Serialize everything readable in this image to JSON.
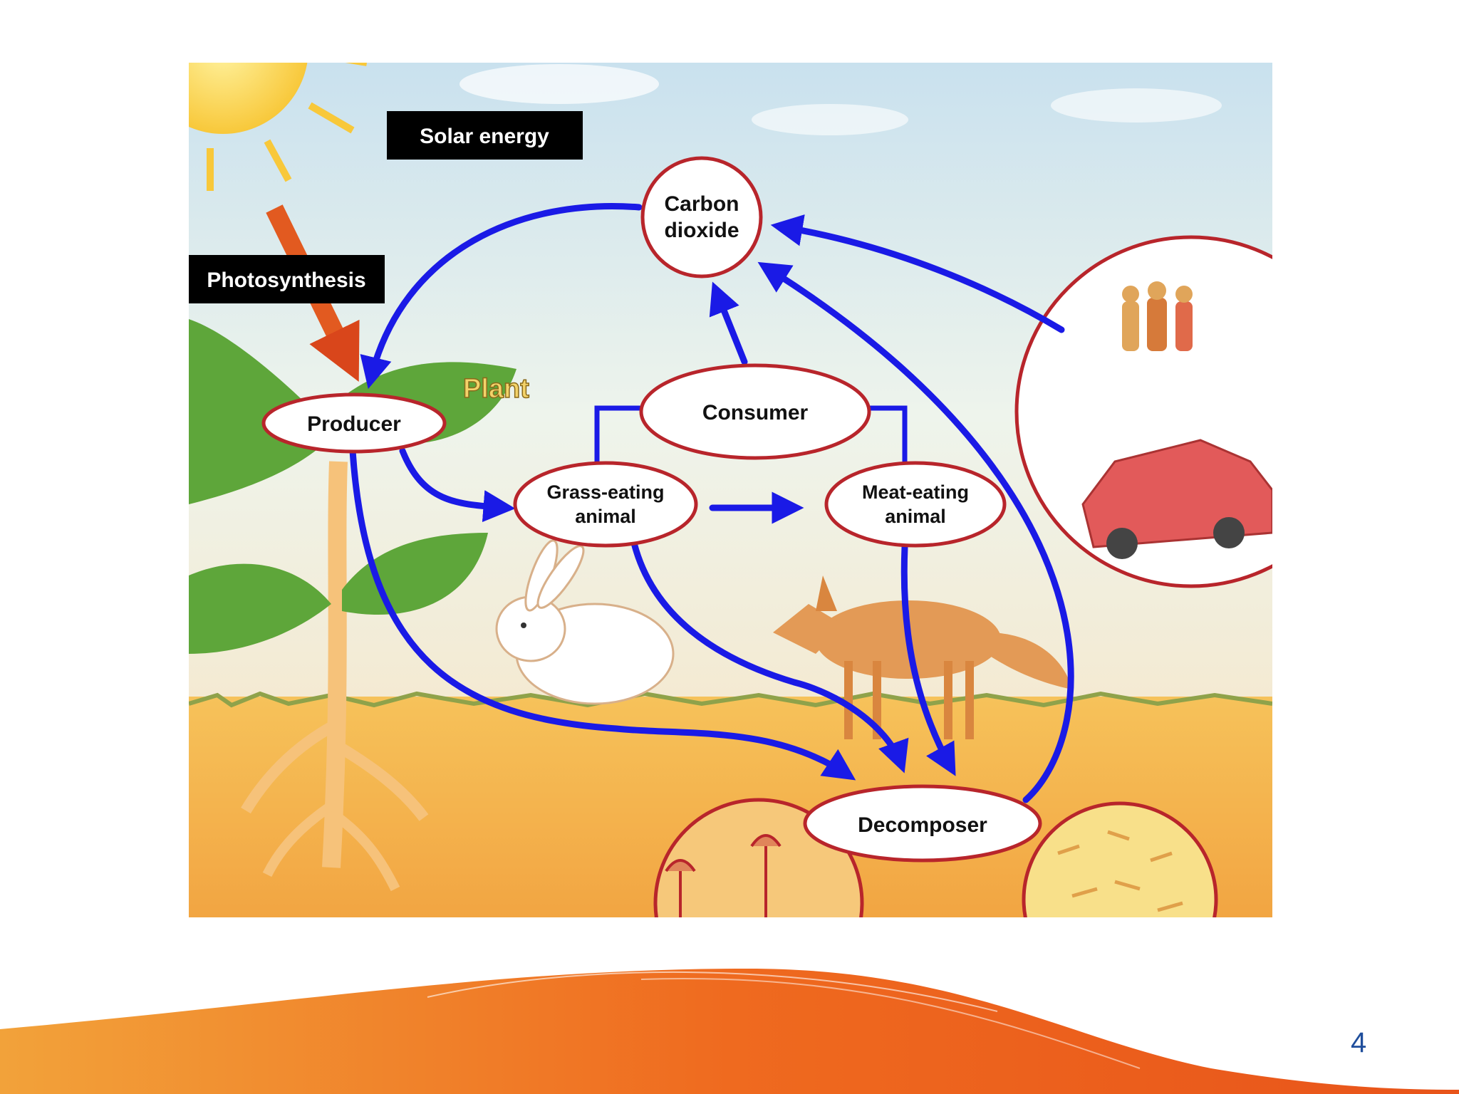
{
  "diagram": {
    "nodes": {
      "carbon_dioxide": [
        "Carbon",
        "dioxide"
      ],
      "producer": "Producer",
      "consumer": "Consumer",
      "grass_eating": [
        "Grass-eating",
        "animal"
      ],
      "meat_eating": [
        "Meat-eating",
        "animal"
      ],
      "decomposer": "Decomposer"
    },
    "labels": {
      "solar_energy": "Solar energy",
      "photosynthesis": "Photosynthesis",
      "plant": "Plant"
    },
    "colors": {
      "arrow": "#1a1ae6",
      "node_border": "#b8252b",
      "label_box": "#000000",
      "sky": "#dfeef5",
      "ground": "#f3b348",
      "plant_leaf": "#5ea63a",
      "plant_stem": "#f6c27a"
    }
  },
  "slide": {
    "page_number": "4",
    "accent": "#e8541a"
  }
}
